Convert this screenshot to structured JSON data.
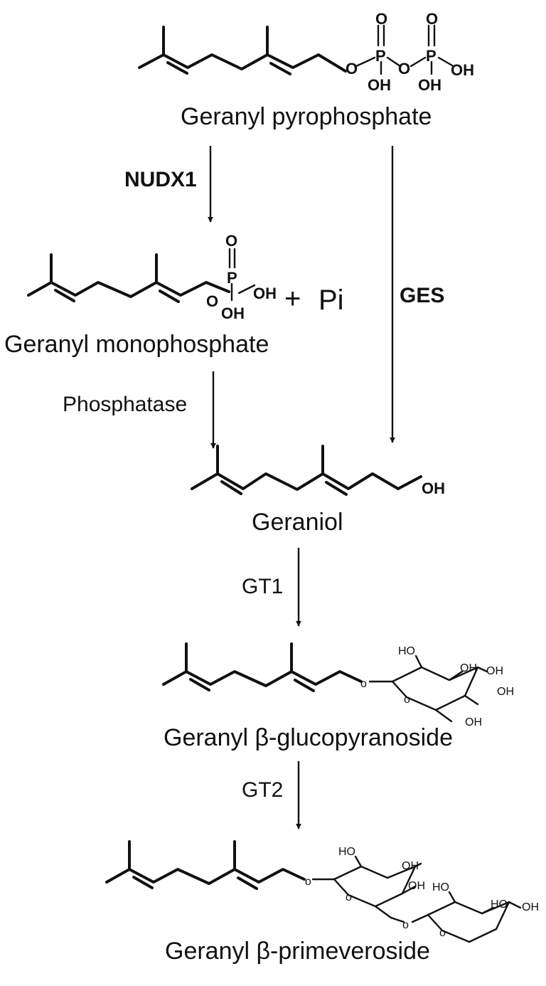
{
  "compounds": {
    "gpp": "Geranyl pyrophosphate",
    "gmp": "Geranyl monophosphate",
    "geraniol": "Geraniol",
    "glucoside": "Geranyl β-glucopyranoside",
    "primeveroside": "Geranyl β-primeveroside"
  },
  "enzymes": {
    "nudx1": "NUDX1",
    "ges": "GES",
    "phosphatase": "Phosphatase",
    "gt1": "GT1",
    "gt2": "GT2"
  },
  "byproduct": {
    "plus": "+",
    "pi": "Pi"
  },
  "atoms": {
    "O": "O",
    "P": "P",
    "OH": "OH",
    "HO": "HO",
    "small_o": "o",
    "small_oh": "OH"
  }
}
